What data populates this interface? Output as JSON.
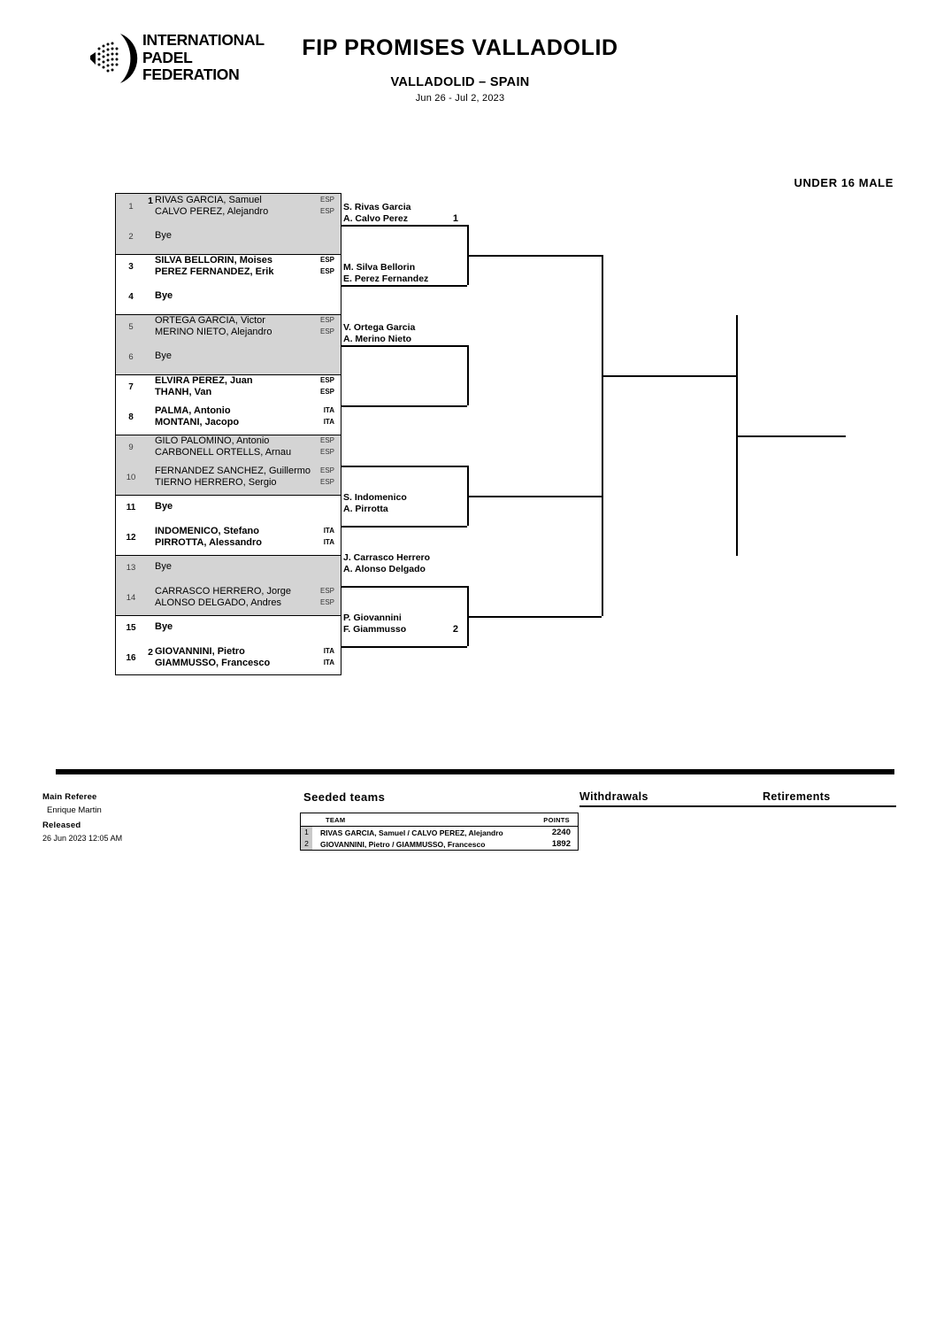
{
  "header": {
    "org_line1": "INTERNATIONAL",
    "org_line2": "PADEL",
    "org_line3": "FEDERATION",
    "logo_icon": "padel-federation-logo",
    "title": "FIP PROMISES VALLADOLID",
    "subtitle": "VALLADOLID – SPAIN",
    "dates": "Jun 26 - Jul 2, 2023",
    "category": "UNDER 16 MALE"
  },
  "bracket": {
    "round1": [
      {
        "num": "1",
        "seed": "1",
        "player1": "RIVAS GARCIA, Samuel",
        "player2": "CALVO PEREZ, Alejandro",
        "country1": "ESP",
        "country2": "ESP",
        "bye": "",
        "shaded": true,
        "bold": false
      },
      {
        "num": "2",
        "seed": "",
        "player1": "",
        "player2": "",
        "country1": "",
        "country2": "",
        "bye": "Bye",
        "shaded": true,
        "bold": false
      },
      {
        "num": "3",
        "seed": "",
        "player1": "SILVA BELLORIN, Moises",
        "player2": "PEREZ FERNANDEZ, Erik",
        "country1": "ESP",
        "country2": "ESP",
        "bye": "",
        "shaded": false,
        "bold": true
      },
      {
        "num": "4",
        "seed": "",
        "player1": "",
        "player2": "",
        "country1": "",
        "country2": "",
        "bye": "Bye",
        "shaded": false,
        "bold": true
      },
      {
        "num": "5",
        "seed": "",
        "player1": "ORTEGA GARCIA, Victor",
        "player2": "MERINO NIETO, Alejandro",
        "country1": "ESP",
        "country2": "ESP",
        "bye": "",
        "shaded": true,
        "bold": false
      },
      {
        "num": "6",
        "seed": "",
        "player1": "",
        "player2": "",
        "country1": "",
        "country2": "",
        "bye": "Bye",
        "shaded": true,
        "bold": false
      },
      {
        "num": "7",
        "seed": "",
        "player1": "ELVIRA PEREZ, Juan",
        "player2": "THANH, Van",
        "country1": "ESP",
        "country2": "ESP",
        "bye": "",
        "shaded": false,
        "bold": true
      },
      {
        "num": "8",
        "seed": "",
        "player1": "PALMA, Antonio",
        "player2": "MONTANI, Jacopo",
        "country1": "ITA",
        "country2": "ITA",
        "bye": "",
        "shaded": false,
        "bold": true
      },
      {
        "num": "9",
        "seed": "",
        "player1": "GILO PALOMINO, Antonio",
        "player2": "CARBONELL ORTELLS, Arnau",
        "country1": "ESP",
        "country2": "ESP",
        "bye": "",
        "shaded": true,
        "bold": false
      },
      {
        "num": "10",
        "seed": "",
        "player1": "FERNANDEZ SANCHEZ, Guillermo",
        "player2": "TIERNO HERRERO, Sergio",
        "country1": "ESP",
        "country2": "ESP",
        "bye": "",
        "shaded": true,
        "bold": false
      },
      {
        "num": "11",
        "seed": "",
        "player1": "",
        "player2": "",
        "country1": "",
        "country2": "",
        "bye": "Bye",
        "shaded": false,
        "bold": true
      },
      {
        "num": "12",
        "seed": "",
        "player1": "INDOMENICO, Stefano",
        "player2": "PIRROTTA, Alessandro",
        "country1": "ITA",
        "country2": "ITA",
        "bye": "",
        "shaded": false,
        "bold": true
      },
      {
        "num": "13",
        "seed": "",
        "player1": "",
        "player2": "",
        "country1": "",
        "country2": "",
        "bye": "Bye",
        "shaded": true,
        "bold": false
      },
      {
        "num": "14",
        "seed": "",
        "player1": "CARRASCO HERRERO, Jorge",
        "player2": "ALONSO DELGADO, Andres",
        "country1": "ESP",
        "country2": "ESP",
        "bye": "",
        "shaded": true,
        "bold": false
      },
      {
        "num": "15",
        "seed": "",
        "player1": "",
        "player2": "",
        "country1": "",
        "country2": "",
        "bye": "Bye",
        "shaded": false,
        "bold": true
      },
      {
        "num": "16",
        "seed": "2",
        "player1": "GIOVANNINI, Pietro",
        "player2": "GIAMMUSSO, Francesco",
        "country1": "ITA",
        "country2": "ITA",
        "bye": "",
        "shaded": false,
        "bold": true
      }
    ],
    "round2": [
      {
        "line1": "S. Rivas Garcia",
        "line2": "A. Calvo Perez",
        "seed": "1"
      },
      {
        "line1": "M. Silva Bellorin",
        "line2": "E. Perez Fernandez",
        "seed": ""
      },
      {
        "line1": "V. Ortega Garcia",
        "line2": "A. Merino Nieto",
        "seed": ""
      },
      {
        "line1": "",
        "line2": "",
        "seed": ""
      },
      {
        "line1": "S. Indomenico",
        "line2": "A. Pirrotta",
        "seed": ""
      },
      {
        "line1": "J. Carrasco Herrero",
        "line2": "A. Alonso Delgado",
        "seed": ""
      },
      {
        "line1": "P. Giovannini",
        "line2": "F. Giammusso",
        "seed": "2"
      }
    ]
  },
  "footer": {
    "referee_heading": "Main Referee",
    "referee_name": "Enrique Martin",
    "released_heading": "Released",
    "released_value": "26 Jun 2023 12:05 AM",
    "seeded_heading": "Seeded teams",
    "seeded_col_team": "TEAM",
    "seeded_col_points": "POINTS",
    "seeded_rows": [
      {
        "rank": "1",
        "team": "RIVAS GARCIA, Samuel / CALVO PEREZ, Alejandro",
        "points": "2240"
      },
      {
        "rank": "2",
        "team": "GIOVANNINI, Pietro / GIAMMUSSO, Francesco",
        "points": "1892"
      }
    ],
    "withdrawals_heading": "Withdrawals",
    "retirements_heading": "Retirements"
  }
}
